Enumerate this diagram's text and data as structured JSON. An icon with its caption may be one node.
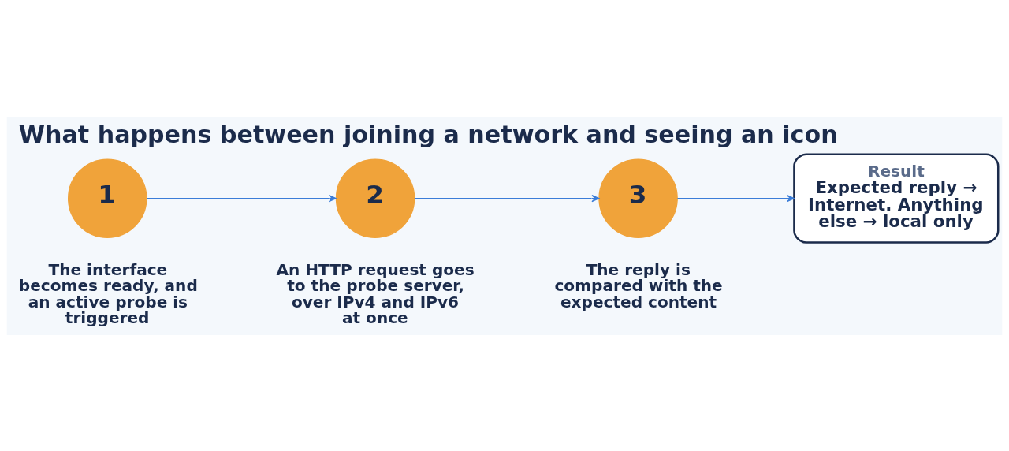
{
  "diagram": {
    "title": "What happens between joining a network and seeing an icon",
    "nodes": [
      {
        "text": [
          "1"
        ],
        "beside": [
          "The interface becomes ready, and an active probe is triggered"
        ]
      },
      {
        "text": [
          "2"
        ],
        "beside": [
          "An HTTP request goes to the probe server, over IPv4 and IPv6 at once"
        ]
      },
      {
        "text": [
          "3"
        ],
        "beside": [
          "The reply is compared with the expected content"
        ]
      },
      {
        "text": [
          "Result",
          "Expected reply → Internet. Anything else → local only"
        ]
      }
    ],
    "edges": [
      {
        "from": 0,
        "to": 1,
        "arrow": "to"
      },
      {
        "from": 1,
        "to": 2,
        "arrow": "to"
      },
      {
        "from": 2,
        "to": 3,
        "arrow": "to"
      }
    ]
  }
}
